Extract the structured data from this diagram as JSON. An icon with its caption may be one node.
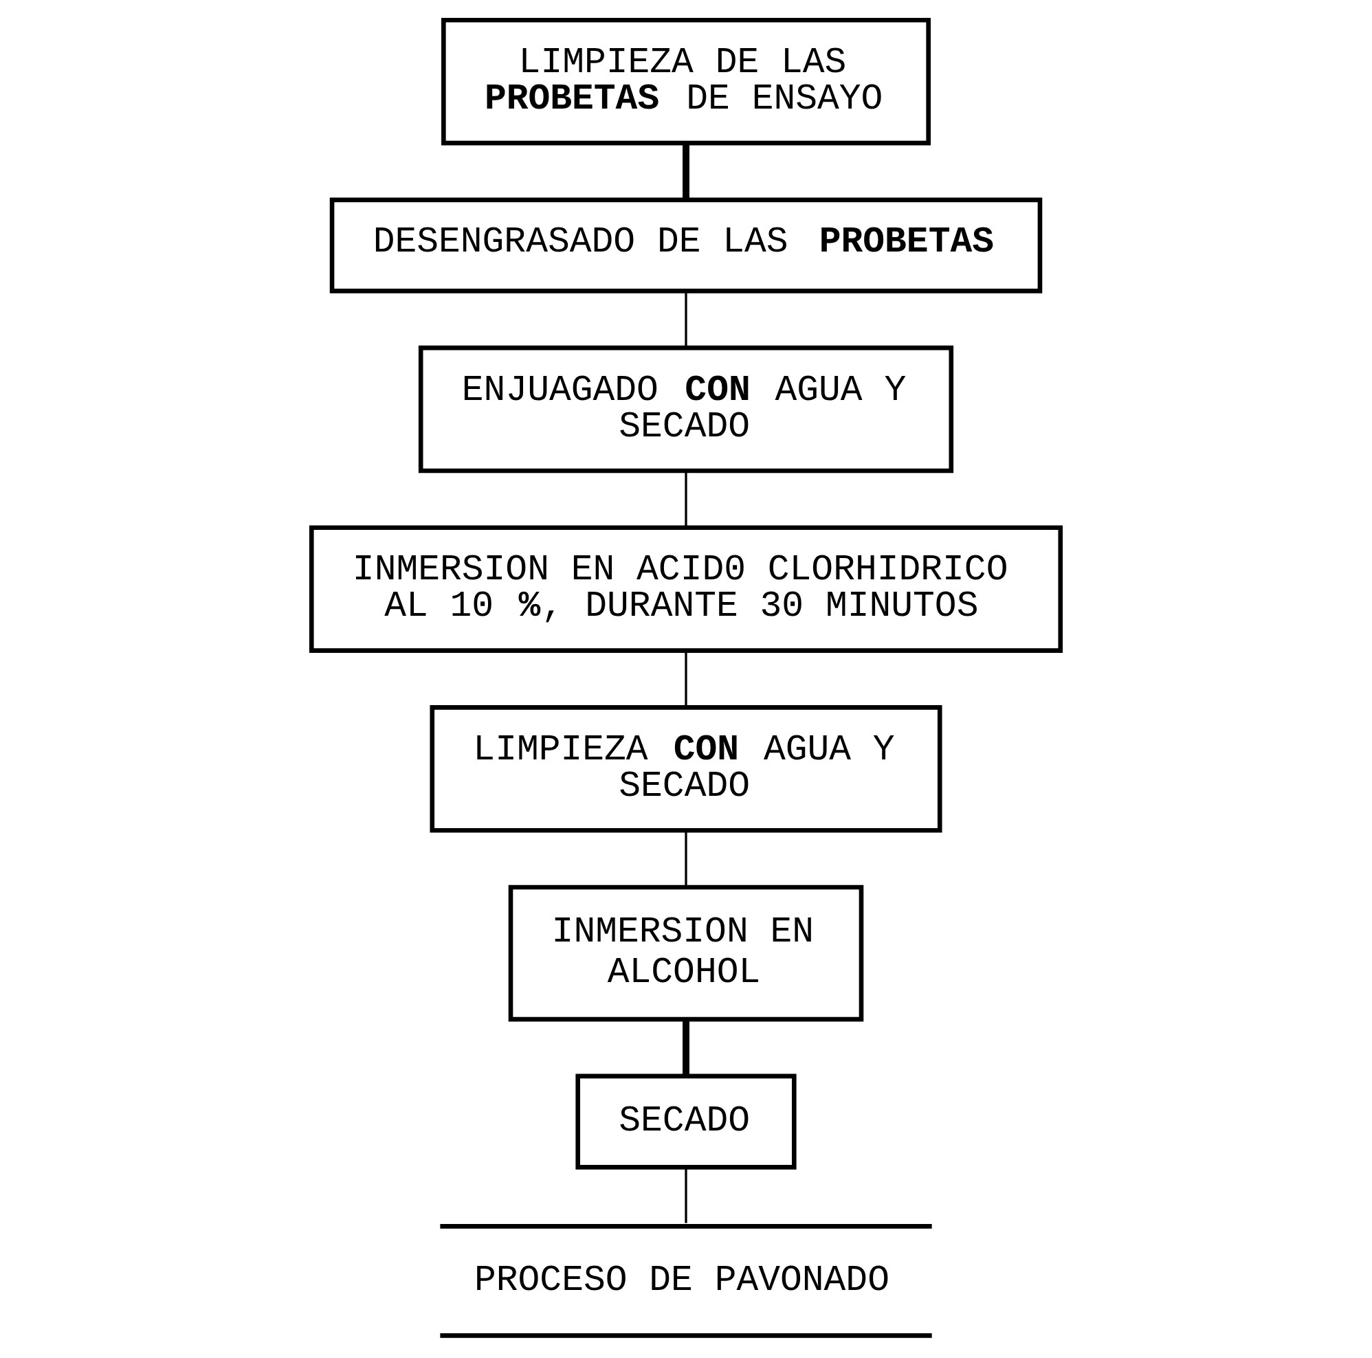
{
  "diagram": {
    "nodes": [
      {
        "text": [
          "LIMPIEZA DE LAS **PROBETAS** DE ENSAYO"
        ]
      },
      {
        "text": [
          "DESENGRASADO DE LAS **PROBETAS**"
        ]
      },
      {
        "text": [
          "ENJUAGADO **CON** AGUA Y SECADO"
        ]
      },
      {
        "text": [
          "INMERSION EN ACID0 CLORHIDRICO AL 10 **%**, DURANTE 30 MINUTOS"
        ]
      },
      {
        "text": [
          "LIMPIEZA **CON** AGUA Y SECADO"
        ]
      },
      {
        "text": [
          "INMERSION EN ALCOHOL"
        ]
      },
      {
        "text": [
          "SECADO"
        ]
      },
      {
        "text": [
          "PROCESO DE PAVONADO"
        ]
      }
    ],
    "edges": [
      {
        "from": 0,
        "to": 1,
        "arrow": "none",
        "style": "thick"
      },
      {
        "from": 1,
        "to": 2,
        "arrow": "none"
      },
      {
        "from": 2,
        "to": 3,
        "arrow": "none"
      },
      {
        "from": 3,
        "to": 4,
        "arrow": "none"
      },
      {
        "from": 4,
        "to": 5,
        "arrow": "none"
      },
      {
        "from": 5,
        "to": 6,
        "arrow": "none",
        "style": "thick"
      },
      {
        "from": 6,
        "to": 7,
        "arrow": "none"
      }
    ]
  }
}
